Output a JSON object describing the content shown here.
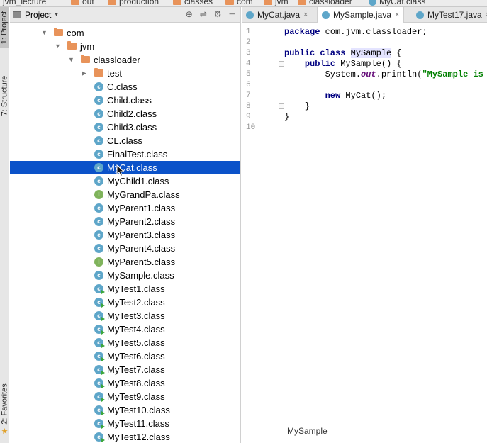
{
  "top_breadcrumb": [
    {
      "label": "jvm_lecture",
      "kind": "module"
    },
    {
      "label": "out",
      "kind": "folder"
    },
    {
      "label": "production",
      "kind": "folder"
    },
    {
      "label": "classes",
      "kind": "folder"
    },
    {
      "label": "com",
      "kind": "folder"
    },
    {
      "label": "jvm",
      "kind": "folder"
    },
    {
      "label": "classloader",
      "kind": "folder"
    },
    {
      "label": "MyCat.class",
      "kind": "class"
    }
  ],
  "left_strip": {
    "project_tab": "1: Project",
    "structure_tab": "7: Structure",
    "favorites_tab": "2: Favorites"
  },
  "project_panel": {
    "title": "Project",
    "tree": [
      {
        "label": "com",
        "kind": "folder",
        "level": 0,
        "expanded": true
      },
      {
        "label": "jvm",
        "kind": "folder",
        "level": 1,
        "expanded": true
      },
      {
        "label": "classloader",
        "kind": "folder",
        "level": 2,
        "expanded": true
      },
      {
        "label": "test",
        "kind": "folder",
        "level": 3,
        "expanded": false
      },
      {
        "label": "C.class",
        "kind": "class",
        "level": 3
      },
      {
        "label": "Child.class",
        "kind": "class",
        "level": 3
      },
      {
        "label": "Child2.class",
        "kind": "class",
        "level": 3
      },
      {
        "label": "Child3.class",
        "kind": "class",
        "level": 3
      },
      {
        "label": "CL.class",
        "kind": "class",
        "level": 3
      },
      {
        "label": "FinalTest.class",
        "kind": "class",
        "level": 3
      },
      {
        "label": "MyCat.class",
        "kind": "class",
        "level": 3,
        "selected": true
      },
      {
        "label": "MyChild1.class",
        "kind": "class",
        "level": 3
      },
      {
        "label": "MyGrandPa.class",
        "kind": "interface",
        "level": 3
      },
      {
        "label": "MyParent1.class",
        "kind": "class",
        "level": 3
      },
      {
        "label": "MyParent2.class",
        "kind": "class",
        "level": 3
      },
      {
        "label": "MyParent3.class",
        "kind": "class",
        "level": 3
      },
      {
        "label": "MyParent4.class",
        "kind": "class",
        "level": 3
      },
      {
        "label": "MyParent5.class",
        "kind": "interface",
        "level": 3
      },
      {
        "label": "MySample.class",
        "kind": "class",
        "level": 3
      },
      {
        "label": "MyTest1.class",
        "kind": "runnable",
        "level": 3
      },
      {
        "label": "MyTest2.class",
        "kind": "runnable",
        "level": 3
      },
      {
        "label": "MyTest3.class",
        "kind": "runnable",
        "level": 3
      },
      {
        "label": "MyTest4.class",
        "kind": "runnable",
        "level": 3
      },
      {
        "label": "MyTest5.class",
        "kind": "runnable",
        "level": 3
      },
      {
        "label": "MyTest6.class",
        "kind": "runnable",
        "level": 3
      },
      {
        "label": "MyTest7.class",
        "kind": "runnable",
        "level": 3
      },
      {
        "label": "MyTest8.class",
        "kind": "runnable",
        "level": 3
      },
      {
        "label": "MyTest9.class",
        "kind": "runnable",
        "level": 3
      },
      {
        "label": "MyTest10.class",
        "kind": "runnable",
        "level": 3
      },
      {
        "label": "MyTest11.class",
        "kind": "runnable",
        "level": 3
      },
      {
        "label": "MyTest12.class",
        "kind": "runnable",
        "level": 3
      }
    ]
  },
  "editor": {
    "tabs": [
      {
        "label": "MyCat.java",
        "active": false
      },
      {
        "label": "MySample.java",
        "active": true
      },
      {
        "label": "MyTest17.java",
        "active": false
      }
    ],
    "line_numbers": [
      "1",
      "2",
      "3",
      "4",
      "5",
      "6",
      "7",
      "8",
      "9",
      "10"
    ],
    "code": {
      "l1_kw": "package",
      "l1_rest": " com.jvm.classloader;",
      "l3_kw": "public class",
      "l3_name": "MySample",
      "l3_rest": " {",
      "l4_kw": "public",
      "l4_rest": " MySample() {",
      "l5_pre": "System.",
      "l5_field": "out",
      "l5_mid": ".println(",
      "l5_str": "\"MySample is l",
      "l7_kw": "new",
      "l7_rest": " MyCat();",
      "l8": "}",
      "l9": "}"
    },
    "breadcrumb": "MySample"
  },
  "colors": {
    "selection": "#0b52c9",
    "folder": "#e8935a",
    "class_icon": "#5ea6c9",
    "interface_icon": "#7fb35b",
    "keyword": "#000080",
    "string": "#008000"
  }
}
